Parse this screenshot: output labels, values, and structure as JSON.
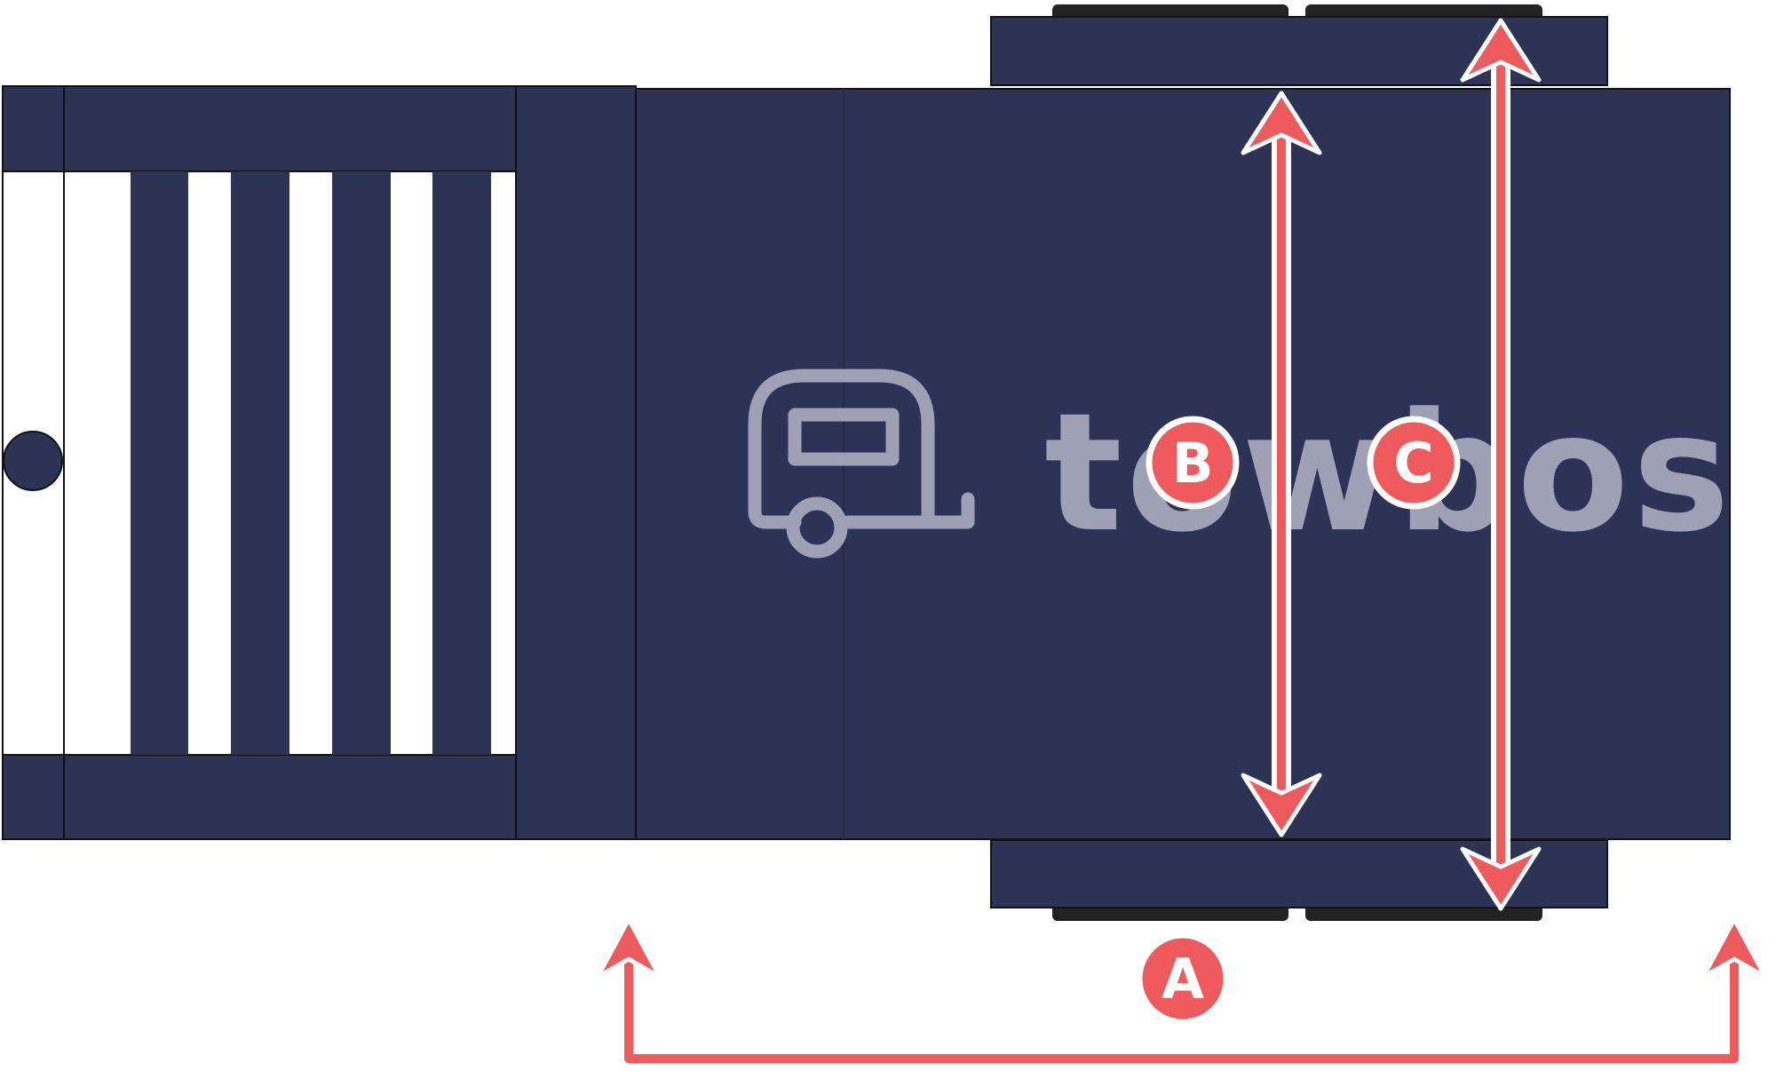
{
  "colors": {
    "body": "#2d3354",
    "outline": "#111111",
    "white": "#ffffff",
    "tyre": "#222222",
    "accent": "#ef5a5c",
    "logo": "#9ea1b5"
  },
  "logo": {
    "icon": "caravan-icon",
    "wordmark": "towbos"
  },
  "callouts": {
    "a": "A",
    "b": "B",
    "c": "C"
  }
}
